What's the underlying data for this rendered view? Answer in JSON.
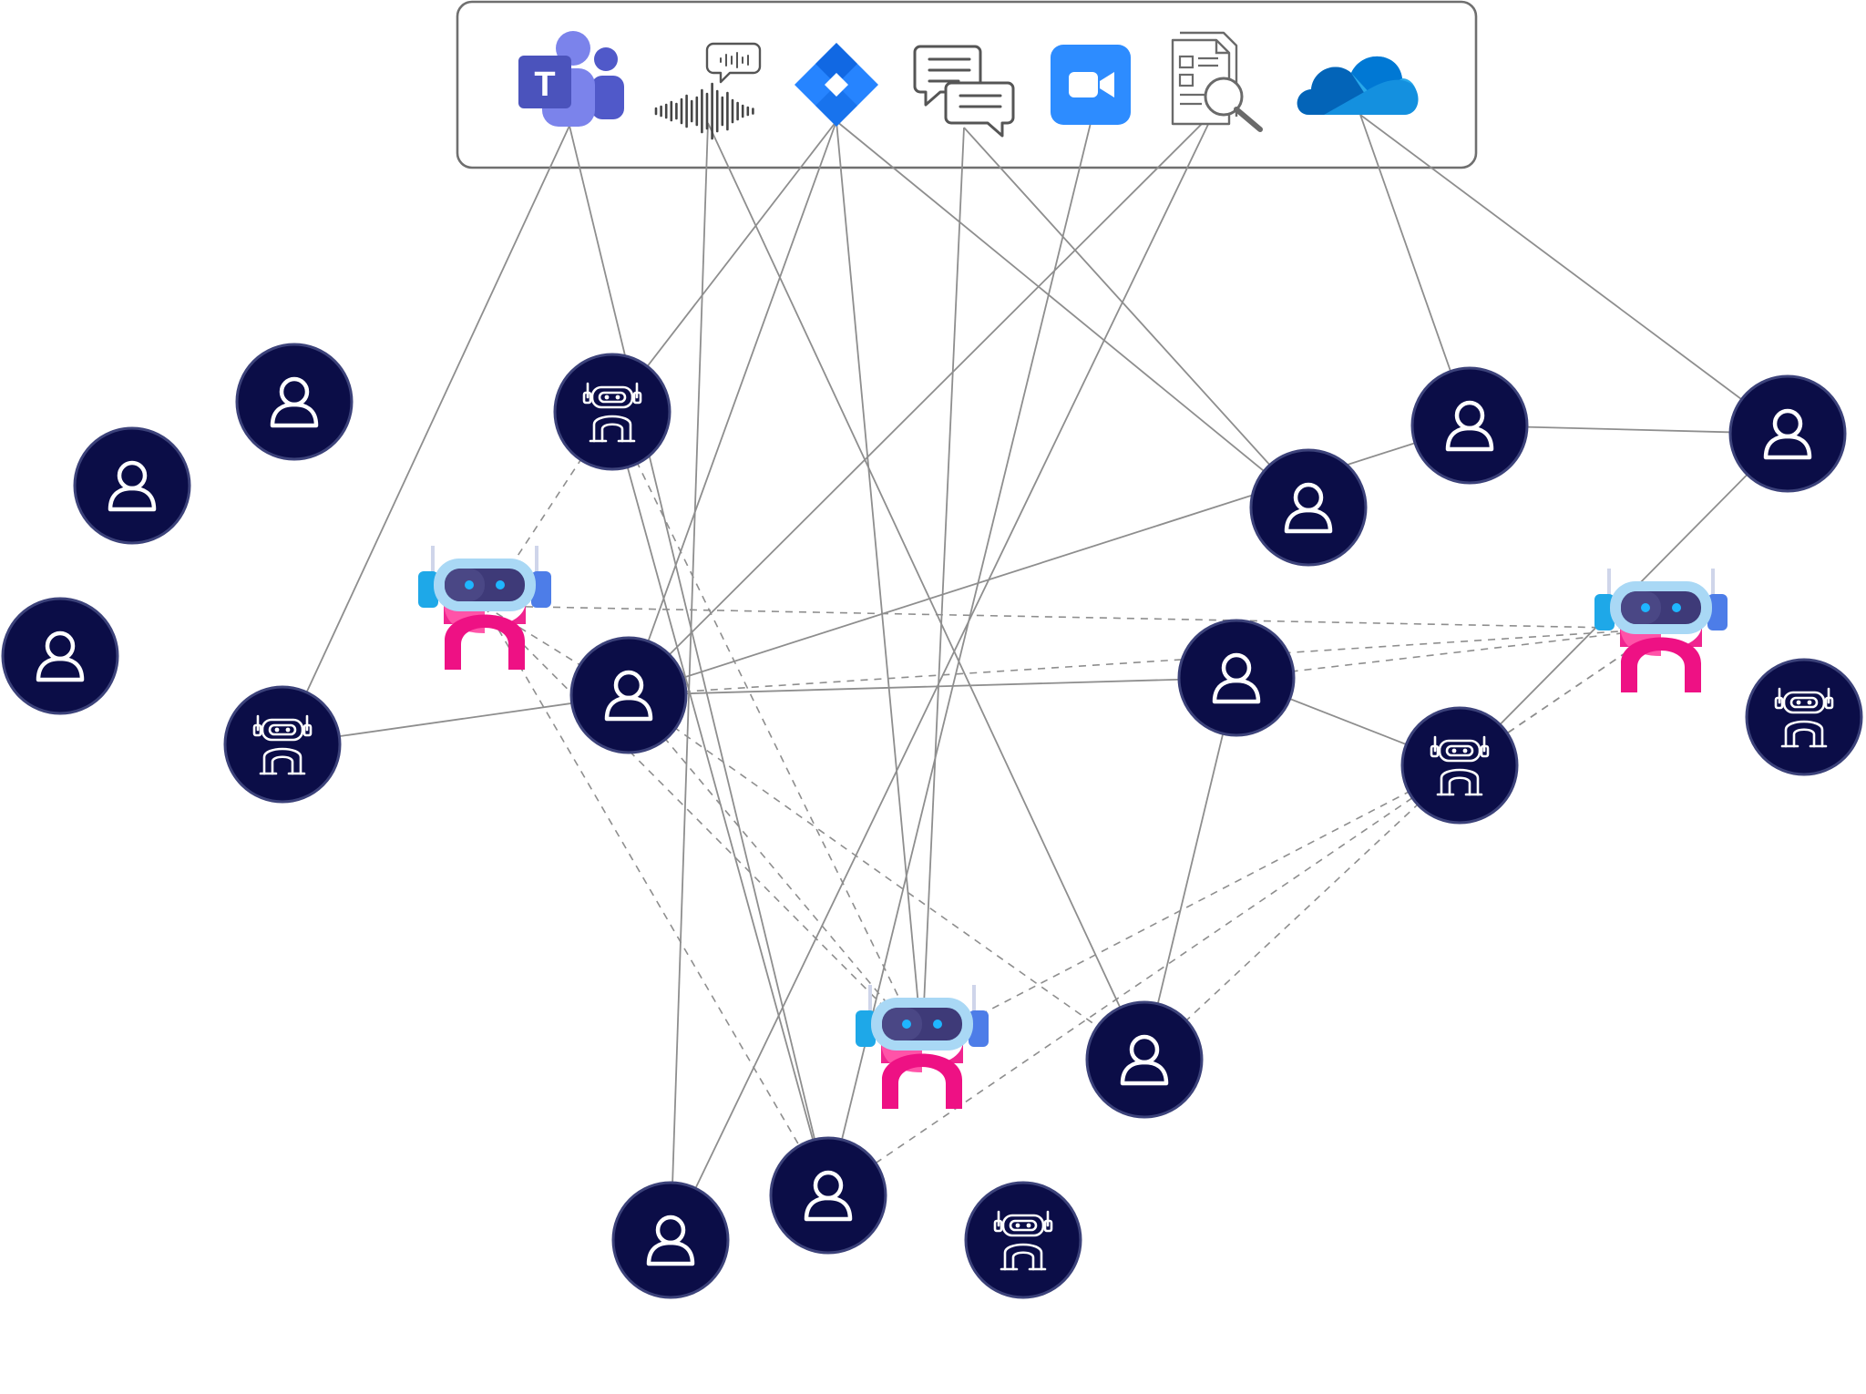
{
  "colors": {
    "node_fill": "#0b0d47",
    "node_ring": "#3c427a",
    "edge": "#8e8e8e",
    "agent_pink": "#f0248f",
    "agent_head": "#a9d8f5",
    "agent_visor": "#3e3a78",
    "agent_side_left": "#1ea8e8",
    "agent_side_right": "#4d7de8"
  },
  "tools": [
    {
      "id": "teams",
      "icon": "microsoft-teams-icon",
      "label": "T"
    },
    {
      "id": "voice",
      "icon": "voice-transcript-icon"
    },
    {
      "id": "jira",
      "icon": "jira-icon"
    },
    {
      "id": "chat",
      "icon": "chat-messages-icon"
    },
    {
      "id": "zoom",
      "icon": "zoom-icon"
    },
    {
      "id": "docsearch",
      "icon": "document-search-icon"
    },
    {
      "id": "onedrive",
      "icon": "onedrive-icon"
    }
  ],
  "nodes": [
    {
      "id": "u1",
      "kind": "person",
      "icon": "user-icon"
    },
    {
      "id": "u2",
      "kind": "person",
      "icon": "user-icon"
    },
    {
      "id": "u3",
      "kind": "person",
      "icon": "user-icon"
    },
    {
      "id": "b1",
      "kind": "bot",
      "icon": "robot-icon"
    },
    {
      "id": "u4",
      "kind": "person",
      "icon": "user-icon"
    },
    {
      "id": "b2",
      "kind": "bot",
      "icon": "robot-icon"
    },
    {
      "id": "u5",
      "kind": "person",
      "icon": "user-icon"
    },
    {
      "id": "u6",
      "kind": "person",
      "icon": "user-icon"
    },
    {
      "id": "u7",
      "kind": "person",
      "icon": "user-icon"
    },
    {
      "id": "u8",
      "kind": "person",
      "icon": "user-icon"
    },
    {
      "id": "b3",
      "kind": "bot",
      "icon": "robot-icon"
    },
    {
      "id": "b4",
      "kind": "bot",
      "icon": "robot-icon"
    },
    {
      "id": "u9",
      "kind": "person",
      "icon": "user-icon"
    },
    {
      "id": "u10",
      "kind": "person",
      "icon": "user-icon"
    },
    {
      "id": "u11",
      "kind": "person",
      "icon": "user-icon"
    },
    {
      "id": "b5",
      "kind": "bot",
      "icon": "robot-icon"
    }
  ],
  "agents": [
    {
      "id": "a1",
      "icon": "ai-agent-icon"
    },
    {
      "id": "a2",
      "icon": "ai-agent-icon"
    },
    {
      "id": "a3",
      "icon": "ai-agent-icon"
    }
  ],
  "edges": {
    "solid": [
      [
        "teams",
        "b2"
      ],
      [
        "teams",
        "u11"
      ],
      [
        "voice",
        "u10"
      ],
      [
        "voice",
        "u9"
      ],
      [
        "jira",
        "b1"
      ],
      [
        "jira",
        "u4"
      ],
      [
        "jira",
        "a3"
      ],
      [
        "jira",
        "u7"
      ],
      [
        "chat",
        "a3"
      ],
      [
        "chat",
        "u7"
      ],
      [
        "zoom",
        "u11"
      ],
      [
        "docsearch",
        "u10"
      ],
      [
        "docsearch",
        "u4"
      ],
      [
        "onedrive",
        "u5"
      ],
      [
        "onedrive",
        "u6"
      ],
      [
        "b2",
        "u4"
      ],
      [
        "u4",
        "u5"
      ],
      [
        "u5",
        "u6"
      ],
      [
        "u8",
        "u9"
      ],
      [
        "u6",
        "b4"
      ],
      [
        "b1",
        "u11"
      ],
      [
        "u8",
        "b4"
      ],
      [
        "u4",
        "u8"
      ]
    ],
    "dashed": [
      [
        "b1",
        "a1"
      ],
      [
        "b1",
        "a3"
      ],
      [
        "a1",
        "a2"
      ],
      [
        "a1",
        "u4"
      ],
      [
        "a1",
        "u11"
      ],
      [
        "a1",
        "a3"
      ],
      [
        "u4",
        "u12"
      ],
      [
        "u4",
        "a3"
      ],
      [
        "u4",
        "a2"
      ],
      [
        "u8",
        "a2"
      ],
      [
        "a2",
        "b4"
      ],
      [
        "b4",
        "a3"
      ],
      [
        "b4",
        "u12"
      ],
      [
        "a2",
        "u11"
      ]
    ]
  }
}
